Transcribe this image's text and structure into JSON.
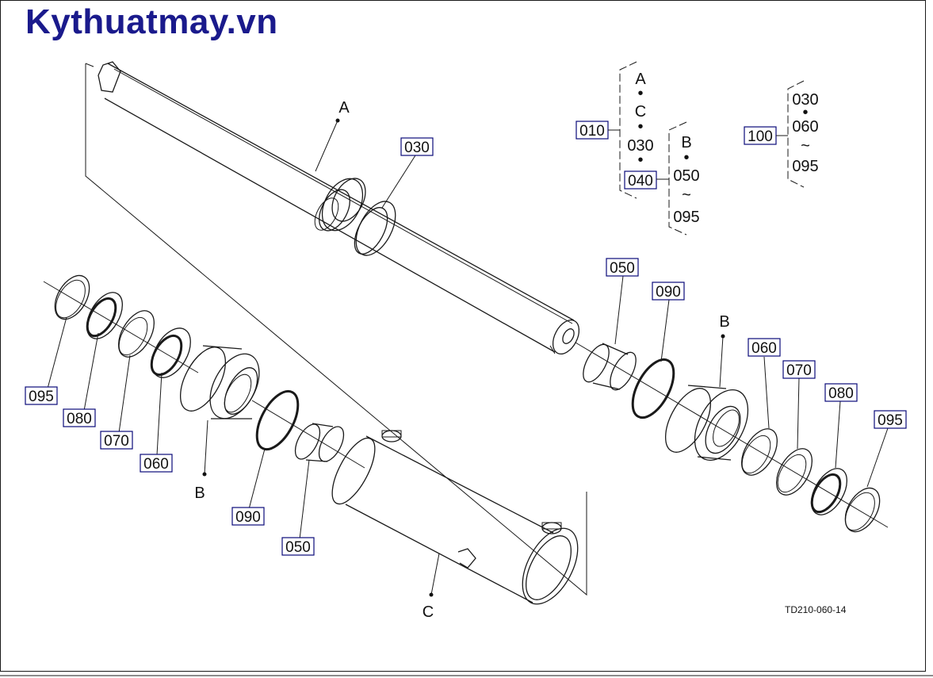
{
  "header": {
    "brand": "Kythuatmay.vn"
  },
  "drawing_code": "TD210-060-14",
  "part_numbers": {
    "p010": "010",
    "p030": "030",
    "p040": "040",
    "p050": "050",
    "p060": "060",
    "p070": "070",
    "p080": "080",
    "p090": "090",
    "p095": "095",
    "p100": "100"
  },
  "assembly_letters": {
    "a": "A",
    "b": "B",
    "c": "C"
  },
  "legend": {
    "group_010": {
      "label": "010",
      "items": [
        "A",
        "•",
        "C",
        "•",
        "030",
        "•",
        "040"
      ]
    },
    "group_040": {
      "label": "040",
      "items": [
        "B",
        "•",
        "050",
        "~",
        "095"
      ]
    },
    "group_100": {
      "label": "100",
      "items": [
        "030",
        "•",
        "060",
        "~",
        "095"
      ]
    }
  },
  "colors": {
    "brand": "#1a1a8c",
    "tag_border": "#0a0a7a",
    "line": "#1a1a1a"
  }
}
